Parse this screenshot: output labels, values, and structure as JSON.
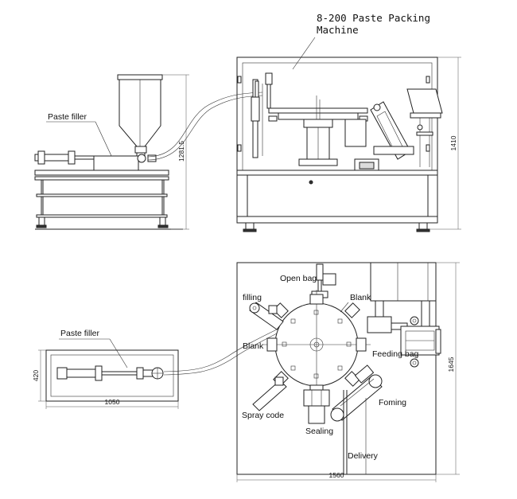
{
  "title_line1": "8-200 Paste Packing",
  "title_line2": "Machine",
  "labels": {
    "paste_filler_top": "Paste filler",
    "paste_filler_bottom": "Paste filler",
    "open_bag": "Open bag",
    "blank_top": "Blank",
    "filling": "filling",
    "blank_left": "Blank",
    "feeding_bag": "Feeding bag",
    "foming": "Foming",
    "spray_code": "Spray code",
    "sealing": "Sealing",
    "delivery": "Delivery"
  },
  "dimensions": {
    "h_filler_front": "1281.5",
    "h_machine_front": "1410",
    "w_filler_plan": "1050",
    "h_filler_plan": "420",
    "w_machine_plan": "1560",
    "h_machine_plan": "1645"
  }
}
